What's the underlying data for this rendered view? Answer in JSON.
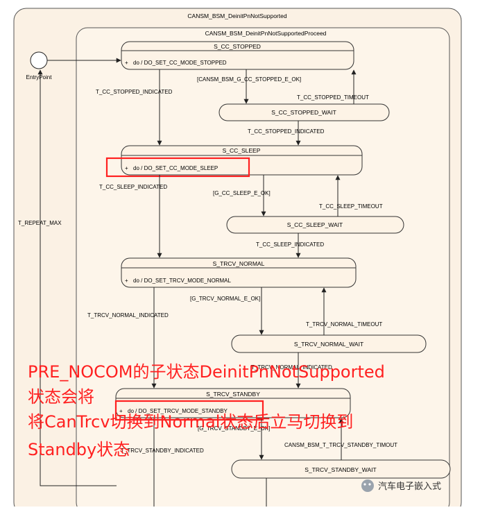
{
  "outer_state": "CANSM_BSM_DeinitPnNotSupported",
  "inner_state": "CANSM_BSM_DeinitPnNotSupportedProceed",
  "entry_point": "EntryPoint",
  "states": {
    "cc_stopped": {
      "name": "S_CC_STOPPED",
      "action": "do / DO_SET_CC_MODE_STOPPED"
    },
    "cc_stopped_wait": {
      "name": "S_CC_STOPPED_WAIT"
    },
    "cc_sleep": {
      "name": "S_CC_SLEEP",
      "action": "do / DO_SET_CC_MODE_SLEEP"
    },
    "cc_sleep_wait": {
      "name": "S_CC_SLEEP_WAIT"
    },
    "trcv_normal": {
      "name": "S_TRCV_NORMAL",
      "action": "do / DO_SET_TRCV_MODE_NORMAL"
    },
    "trcv_normal_wait": {
      "name": "S_TRCV_NORMAL_WAIT"
    },
    "trcv_standby": {
      "name": "S_TRCV_STANDBY",
      "action": "do / DO_SET_TRCV_MODE_STANDBY"
    },
    "trcv_standby_wait": {
      "name": "S_TRCV_STANDBY_WAIT"
    }
  },
  "transitions": {
    "t_repeat_max": "T_REPEAT_MAX",
    "t_cc_stopped_indicated_1": "T_CC_STOPPED_INDICATED",
    "g_cc_stopped_e_ok": "[CANSM_BSM_G_CC_STOPPED_E_OK]",
    "t_cc_stopped_timeout": "T_CC_STOPPED_TIMEOUT",
    "t_cc_stopped_indicated_2": "T_CC_STOPPED_INDICATED",
    "t_cc_sleep_indicated_1": "T_CC_SLEEP_INDICATED",
    "g_cc_sleep_e_ok": "[G_CC_SLEEP_E_OK]",
    "t_cc_sleep_timeout": "T_CC_SLEEP_TIMEOUT",
    "t_cc_sleep_indicated_2": "T_CC_SLEEP_INDICATED",
    "g_trcv_normal_e_ok": "[G_TRCV_NORMAL_E_OK]",
    "t_trcv_normal_indicated_1": "T_TRCV_NORMAL_INDICATED",
    "t_trcv_normal_timeout": "T_TRCV_NORMAL_TIMEOUT",
    "t_trcv_normal_indicated_2": "T_TRCV_NORMAL_INDICATED",
    "g_trcv_standby_e_ok": "[G_TRCV_STANDBY_E_OK]",
    "t_trcv_standby_timeout": "CANSM_BSM_T_TRCV_STANDBY_TIMOUT",
    "t_trcv_standby_indicated": "T_TRCV_STANDBY_INDICATED"
  },
  "annotation": {
    "line1": "PRE_NOCOM的子状态DeinitPnNotSupported",
    "line2": "状态会将",
    "line3": "将CanTrcv切换到Normal状态后立马切换到",
    "line4": "Standby状态",
    "highlight_color": "#ff2020"
  },
  "watermark": "汽车电子嵌入式",
  "colors": {
    "state_fill": "#fdf3e6",
    "outer_fill": "#fbf1e4",
    "line": "#222222"
  }
}
